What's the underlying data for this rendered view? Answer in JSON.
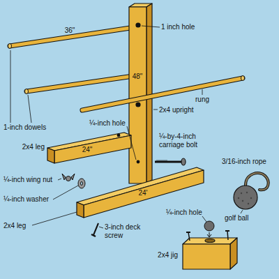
{
  "diagram": {
    "labels": [
      "1 inch hole",
      "36\"",
      "48\"",
      "rung",
      "2x4 upright",
      "1-inch dowels",
      "¼-inch hole",
      "2x4 leg",
      "24\"",
      "¼-by-4-inch carriage bolt",
      "¼-inch wing nut",
      "¼-inch washer",
      "24'",
      "3/16-inch rope",
      "¼-inch hole",
      "golf ball",
      "2x4 leg",
      "3-inch deck screw",
      "2x4 jig"
    ]
  }
}
